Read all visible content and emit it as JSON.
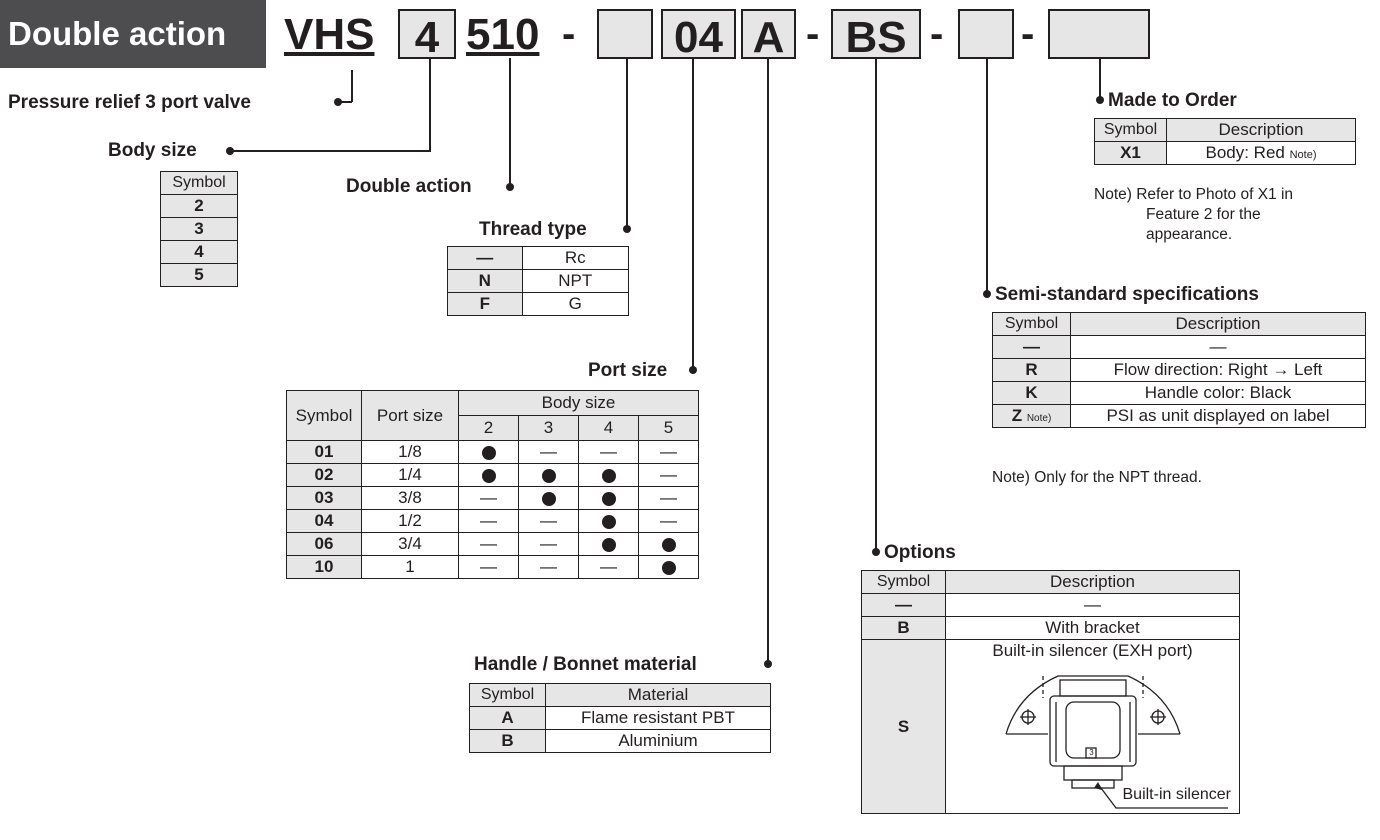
{
  "title": "Double action",
  "code": {
    "prefix": "VHS",
    "body_size": "4",
    "type_code": "510",
    "thread_box": "",
    "port_box": "04",
    "material_box": "A",
    "options_box": "BS",
    "semistd_box": "",
    "mto_box": "",
    "separator": "-"
  },
  "labels": {
    "pressure_relief": "Pressure relief 3 port valve",
    "body_size": "Body size",
    "double_action": "Double action",
    "thread_type": "Thread type",
    "port_size": "Port size",
    "handle_bonnet": "Handle / Bonnet material",
    "options": "Options",
    "semi_standard": "Semi-standard specifications",
    "made_to_order": "Made to Order"
  },
  "body_size_table": {
    "header": "Symbol",
    "rows": [
      "2",
      "3",
      "4",
      "5"
    ]
  },
  "thread_table": {
    "rows": [
      [
        "—",
        "Rc"
      ],
      [
        "N",
        "NPT"
      ],
      [
        "F",
        "G"
      ]
    ]
  },
  "port_table": {
    "headers": {
      "symbol": "Symbol",
      "port_size": "Port size",
      "body_size": "Body size",
      "sizes": [
        "2",
        "3",
        "4",
        "5"
      ]
    },
    "available": "●",
    "unavailable": "—",
    "rows": [
      {
        "symbol": "01",
        "size": "1/8",
        "avail": [
          true,
          false,
          false,
          false
        ]
      },
      {
        "symbol": "02",
        "size": "1/4",
        "avail": [
          true,
          true,
          true,
          false
        ]
      },
      {
        "symbol": "03",
        "size": "3/8",
        "avail": [
          false,
          true,
          true,
          false
        ]
      },
      {
        "symbol": "04",
        "size": "1/2",
        "avail": [
          false,
          false,
          true,
          false
        ]
      },
      {
        "symbol": "06",
        "size": "3/4",
        "avail": [
          false,
          false,
          true,
          true
        ]
      },
      {
        "symbol": "10",
        "size": "1",
        "avail": [
          false,
          false,
          false,
          true
        ]
      }
    ]
  },
  "material_table": {
    "headers": [
      "Symbol",
      "Material"
    ],
    "rows": [
      [
        "A",
        "Flame resistant PBT"
      ],
      [
        "B",
        "Aluminium"
      ]
    ]
  },
  "options_table": {
    "headers": [
      "Symbol",
      "Description"
    ],
    "rows": [
      [
        "—",
        "—"
      ],
      [
        "B",
        "With bracket"
      ]
    ],
    "s_symbol": "S",
    "s_description": "Built-in silencer (EXH port)",
    "s_figure_label": "Built-in silencer",
    "s_figure_marker": "3"
  },
  "semistd_table": {
    "headers": [
      "Symbol",
      "Description"
    ],
    "rows": [
      [
        "—",
        "—"
      ],
      [
        "R",
        "Flow direction: Right → Left"
      ],
      [
        "K",
        "Handle color: Black"
      ]
    ],
    "z_symbol": "Z",
    "z_note": "Note)",
    "z_description": "PSI as unit displayed on label",
    "note": "Note) Only for the NPT thread."
  },
  "mto_table": {
    "headers": [
      "Symbol",
      "Description"
    ],
    "symbol": "X1",
    "description": "Body: Red",
    "description_note": "Note)",
    "note_line1": "Note) Refer to Photo of X1 in",
    "note_line2": "Feature 2 for the",
    "note_line3": "appearance."
  },
  "colors": {
    "title_bg": "#4d4d4f",
    "symbol_bg": "#e6e6e6",
    "ink": "#231f20"
  }
}
